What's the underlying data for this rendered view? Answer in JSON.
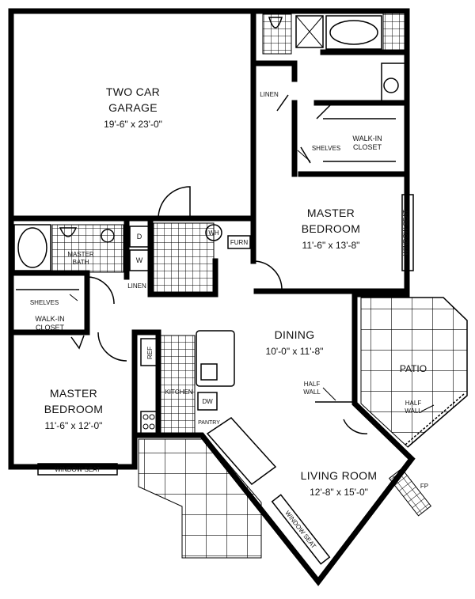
{
  "rooms": {
    "garage": {
      "name_line1": "TWO CAR",
      "name_line2": "GARAGE",
      "size": "19'-6\" x 23'-0\""
    },
    "master_bedroom_1": {
      "name_line1": "MASTER",
      "name_line2": "BEDROOM",
      "size": "11'-6\" x 13'-8\""
    },
    "master_bedroom_2": {
      "name_line1": "MASTER",
      "name_line2": "BEDROOM",
      "size": "11'-6\" x 12'-0\""
    },
    "dining": {
      "name": "DINING",
      "size": "10'-0\" x 11'-8\""
    },
    "living_room": {
      "name": "LIVING ROOM",
      "size": "12'-8\" x 15'-0\""
    },
    "patio": {
      "name": "PATIO"
    },
    "kitchen": {
      "name": "KITCHEN"
    },
    "master_bath": {
      "name_line1": "MASTER",
      "name_line2": "BATH"
    }
  },
  "labels": {
    "walk_in_closet_1": {
      "line1": "WALK-IN",
      "line2": "CLOSET"
    },
    "walk_in_closet_2": {
      "line1": "WALK-IN",
      "line2": "CLOSET"
    },
    "shelves_1": "SHELVES",
    "shelves_2": "SHELVES",
    "linen_1": "LINEN",
    "linen_2": "LINEN",
    "window_seat_1": "WINDOW SEAT",
    "window_seat_2": "WINDOW SEAT",
    "window_seat_3": "WINDOW SEAT",
    "half_wall_1": {
      "line1": "HALF",
      "line2": "WALL"
    },
    "half_wall_2": {
      "line1": "HALF",
      "line2": "WALL"
    },
    "water_heater": "WH",
    "furnace": "FURN",
    "dryer": "D",
    "washer": "W",
    "refrigerator": "REF",
    "dishwasher": "DW",
    "pantry": "PANTRY",
    "fireplace": "FP"
  },
  "colors": {
    "ink": "#000000",
    "paper": "#ffffff"
  }
}
